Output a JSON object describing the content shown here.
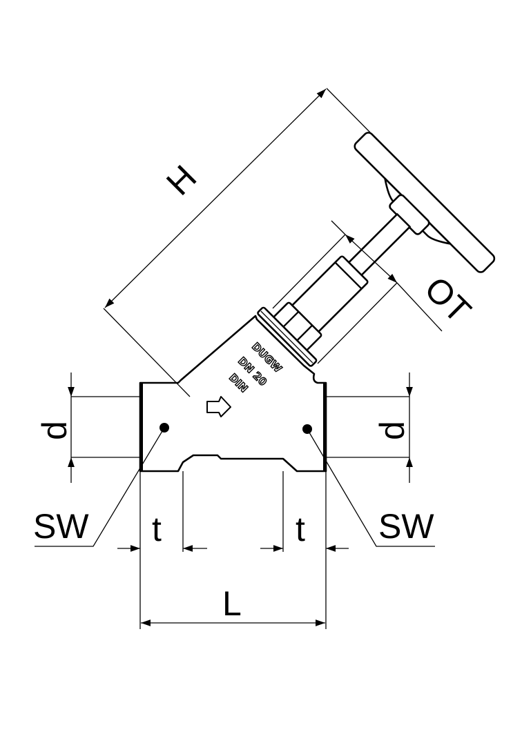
{
  "drawing": {
    "title": "Y-pattern globe valve dimension drawing",
    "labels": {
      "height": "H",
      "stroke": "OT",
      "diameter_left": "d",
      "diameter_right": "d",
      "wrench_left": "SW",
      "wrench_right": "SW",
      "thread_left": "t",
      "thread_right": "t",
      "length": "L"
    },
    "body_marking": [
      "DUGW",
      "DN 20",
      "DIN"
    ],
    "flow_arrow_icon": "flow-direction-arrow-icon",
    "line_color": "#000000",
    "background_color": "#ffffff"
  }
}
